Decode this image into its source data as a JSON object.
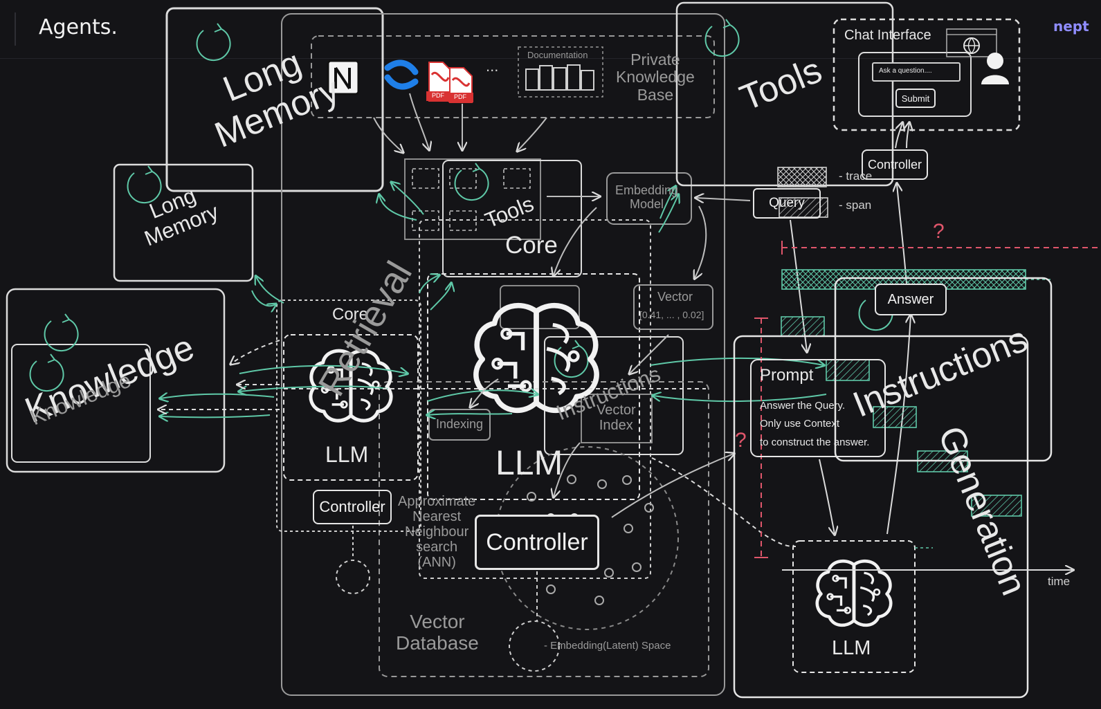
{
  "header": {
    "brand": "Agents.",
    "right_text": "nept"
  },
  "labels": {
    "long_memory_big": "Long\nMemory",
    "long_memory_small": "Long\nMemory",
    "knowledge_big": "Knowledge",
    "knowledge_small": "Knowledge",
    "tools_big": "Tools",
    "tools_center": "Tools",
    "core_center": "Core",
    "core_left": "Core",
    "retrieval": "Retrieval",
    "llm_left": "LLM",
    "llm_center": "LLM",
    "llm_bottom": "LLM",
    "controller_left": "Controller",
    "controller_center": "Controller",
    "controller_right": "Controller",
    "private_kb": "Private\nKnowledge\nBase",
    "documentation": "Documentation",
    "ellipsis": "...",
    "embedding_model": "Embedding\nModel",
    "vector": "Vector",
    "vector_values": "[0.41, ... , 0.02]",
    "vector_index": "Vector\nIndex",
    "indexing": "Indexing",
    "ann": "Approximate\nNearest\nNeighbour\nsearch\n(ANN)",
    "vector_db": "Vector\nDatabase",
    "embedding_space": "- Embedding(Latent) Space",
    "instructions_center": "Instructions",
    "instructions_right": "Instructions",
    "generation": "Generation",
    "chat_interface": "Chat Interface",
    "ask_placeholder": "Ask a question....",
    "submit": "Submit",
    "query": "Query",
    "trace": "- trace",
    "span": "- span",
    "answer": "Answer",
    "prompt": "Prompt",
    "prompt_text": "Answer the Query.\nOnly use Context\nto construct the answer.",
    "question_mark": "?",
    "time": "time",
    "pdf": "PDF"
  },
  "colors": {
    "background": "#141417",
    "accent_green": "#5fc9a8",
    "accent_red": "#e0566b",
    "line": "#dcdcdc"
  }
}
